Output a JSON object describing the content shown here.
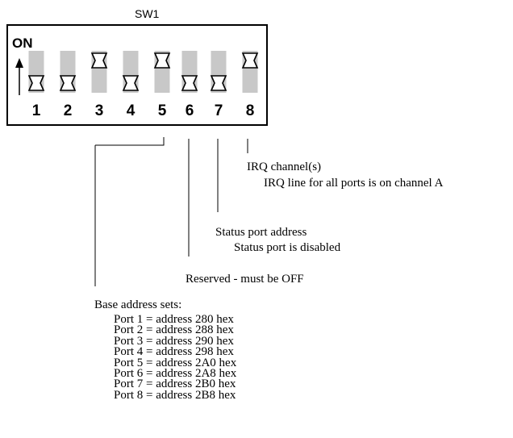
{
  "switch": {
    "title": "SW1",
    "on_label": "ON",
    "positions": [
      {
        "number": "1",
        "state": "down"
      },
      {
        "number": "2",
        "state": "down"
      },
      {
        "number": "3",
        "state": "up"
      },
      {
        "number": "4",
        "state": "down"
      },
      {
        "number": "5",
        "state": "up"
      },
      {
        "number": "6",
        "state": "down"
      },
      {
        "number": "7",
        "state": "down"
      },
      {
        "number": "8",
        "state": "up"
      }
    ]
  },
  "annotations": {
    "irq": {
      "title": "IRQ  channel(s)",
      "detail": "IRQ line for all ports is on channel A"
    },
    "status": {
      "title": "Status port address",
      "detail": "Status port is disabled"
    },
    "reserved": {
      "title": "Reserved - must be OFF"
    },
    "base": {
      "title": "Base address sets:",
      "ports": [
        "Port 1 = address 280 hex",
        "Port 2 = address 288 hex",
        "Port 3 = address 290 hex",
        "Port 4 = address 298 hex",
        "Port 5 = address 2A0 hex",
        "Port 6 = address 2A8 hex",
        "Port 7 = address 2B0 hex",
        "Port 8 = address 2B8 hex"
      ]
    }
  }
}
